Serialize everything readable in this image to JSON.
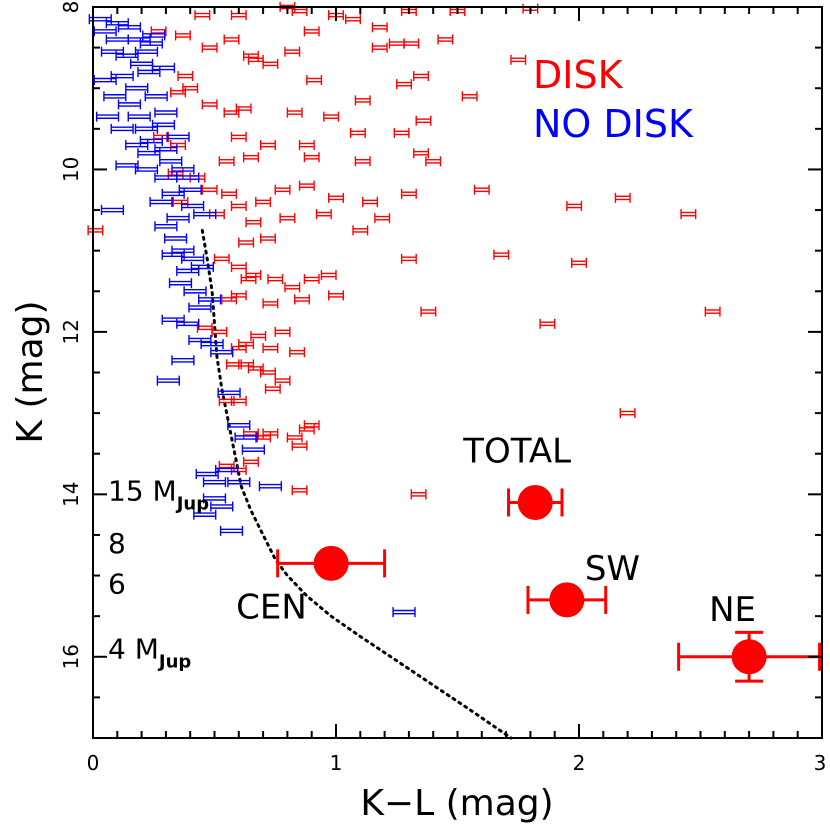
{
  "chart_data": {
    "type": "scatter",
    "xlabel": "K−L (mag)",
    "ylabel": "K (mag)",
    "xlim": [
      0,
      3
    ],
    "ylim": [
      17,
      8
    ],
    "y_inverted": true,
    "x_ticks": [
      "0",
      "1",
      "2",
      "3"
    ],
    "x_tick_values": [
      0,
      1,
      2,
      3
    ],
    "y_ticks": [
      "8",
      "10",
      "12",
      "14",
      "16"
    ],
    "y_tick_values": [
      8,
      10,
      12,
      14,
      16
    ],
    "grid": false,
    "legend": [
      {
        "label": "DISK",
        "color": "#ff0000"
      },
      {
        "label": "NO DISK",
        "color": "#0000ff"
      }
    ],
    "colors": {
      "disk": "#ff0000",
      "nodisk": "#0000ff",
      "model": "#000000"
    },
    "highlight_points": [
      {
        "label": "TOTAL",
        "x": 1.82,
        "y": 14.1,
        "xerr": 0.11,
        "yerr": 0.0
      },
      {
        "label": "CEN",
        "x": 0.98,
        "y": 14.85,
        "xerr": 0.22,
        "yerr": 0.0
      },
      {
        "label": "SW",
        "x": 1.95,
        "y": 15.3,
        "xerr": 0.16,
        "yerr": 0.0
      },
      {
        "label": "NE",
        "x": 2.7,
        "y": 16.0,
        "xerr": 0.29,
        "yerr": 0.3
      }
    ],
    "mass_labels": [
      {
        "text": "15 M",
        "sub": "Jup",
        "y": 13.95
      },
      {
        "text": "8",
        "y": 14.6
      },
      {
        "text": "6",
        "y": 15.1
      },
      {
        "text": "4 M",
        "sub": "Jup",
        "y": 15.9
      }
    ],
    "model_track": {
      "name": "",
      "x": [
        0.45,
        0.47,
        0.49,
        0.5,
        0.51,
        0.53,
        0.55,
        0.57,
        0.59,
        0.61,
        0.65,
        0.7,
        0.75,
        0.8,
        0.88,
        0.98,
        1.1,
        1.25,
        1.4,
        1.55,
        1.72
      ],
      "y": [
        10.75,
        11.1,
        11.5,
        11.9,
        12.3,
        12.7,
        13.0,
        13.3,
        13.6,
        13.9,
        14.2,
        14.5,
        14.8,
        15.0,
        15.25,
        15.5,
        15.75,
        16.05,
        16.35,
        16.65,
        17.0
      ]
    },
    "series": [
      {
        "name": "DISK",
        "color": "#ff0000",
        "xerr": 0.03,
        "points": [
          [
            0.45,
            8.1
          ],
          [
            0.6,
            8.1
          ],
          [
            0.85,
            8.05
          ],
          [
            1.0,
            8.1
          ],
          [
            1.3,
            8.05
          ],
          [
            1.8,
            8.02
          ],
          [
            1.5,
            8.05
          ],
          [
            0.8,
            8.0
          ],
          [
            0.27,
            8.3
          ],
          [
            0.37,
            8.35
          ],
          [
            0.48,
            8.5
          ],
          [
            0.57,
            8.4
          ],
          [
            0.65,
            8.6
          ],
          [
            0.67,
            8.65
          ],
          [
            0.73,
            8.7
          ],
          [
            0.82,
            8.55
          ],
          [
            0.9,
            8.3
          ],
          [
            1.07,
            8.15
          ],
          [
            1.25,
            8.45
          ],
          [
            1.45,
            8.4
          ],
          [
            1.18,
            8.25
          ],
          [
            1.31,
            8.45
          ],
          [
            1.35,
            8.85
          ],
          [
            0.91,
            8.9
          ],
          [
            1.18,
            8.5
          ],
          [
            0.38,
            8.85
          ],
          [
            0.4,
            9.0
          ],
          [
            0.35,
            9.05
          ],
          [
            0.48,
            9.2
          ],
          [
            0.57,
            9.3
          ],
          [
            0.62,
            9.25
          ],
          [
            0.83,
            9.3
          ],
          [
            0.98,
            9.35
          ],
          [
            1.11,
            9.15
          ],
          [
            1.28,
            8.95
          ],
          [
            1.55,
            9.1
          ],
          [
            1.75,
            8.65
          ],
          [
            0.6,
            9.6
          ],
          [
            0.72,
            9.7
          ],
          [
            0.88,
            9.7
          ],
          [
            1.09,
            9.55
          ],
          [
            1.27,
            9.55
          ],
          [
            1.36,
            9.4
          ],
          [
            0.35,
            9.7
          ],
          [
            0.28,
            9.6
          ],
          [
            0.55,
            9.9
          ],
          [
            0.65,
            9.85
          ],
          [
            0.9,
            9.85
          ],
          [
            1.11,
            9.9
          ],
          [
            1.35,
            9.8
          ],
          [
            1.4,
            9.9
          ],
          [
            0.34,
            10.05
          ],
          [
            0.43,
            10.1
          ],
          [
            0.48,
            10.25
          ],
          [
            0.56,
            10.3
          ],
          [
            0.6,
            10.45
          ],
          [
            0.7,
            10.4
          ],
          [
            0.78,
            10.25
          ],
          [
            0.88,
            10.2
          ],
          [
            1.0,
            10.35
          ],
          [
            1.14,
            10.4
          ],
          [
            1.3,
            10.3
          ],
          [
            0.36,
            10.4
          ],
          [
            0.66,
            10.65
          ],
          [
            0.51,
            10.55
          ],
          [
            0.63,
            10.9
          ],
          [
            0.72,
            10.85
          ],
          [
            0.8,
            10.6
          ],
          [
            0.95,
            10.55
          ],
          [
            1.1,
            10.75
          ],
          [
            1.19,
            10.6
          ],
          [
            1.6,
            10.25
          ],
          [
            1.98,
            10.45
          ],
          [
            2.18,
            10.35
          ],
          [
            2.45,
            10.55
          ],
          [
            0.01,
            10.75
          ],
          [
            0.53,
            11.1
          ],
          [
            0.6,
            11.2
          ],
          [
            0.64,
            11.35
          ],
          [
            0.66,
            11.3
          ],
          [
            0.75,
            11.35
          ],
          [
            0.82,
            11.45
          ],
          [
            0.9,
            11.35
          ],
          [
            0.97,
            11.3
          ],
          [
            1.3,
            11.1
          ],
          [
            1.68,
            11.05
          ],
          [
            2.0,
            11.15
          ],
          [
            0.56,
            11.6
          ],
          [
            0.6,
            11.55
          ],
          [
            0.73,
            11.65
          ],
          [
            0.86,
            11.6
          ],
          [
            1.0,
            11.55
          ],
          [
            1.38,
            11.75
          ],
          [
            1.87,
            11.9
          ],
          [
            2.55,
            11.75
          ],
          [
            0.46,
            11.95
          ],
          [
            0.52,
            12.0
          ],
          [
            0.6,
            12.2
          ],
          [
            0.63,
            12.15
          ],
          [
            0.68,
            12.05
          ],
          [
            0.73,
            12.2
          ],
          [
            0.84,
            12.25
          ],
          [
            0.78,
            12.0
          ],
          [
            0.58,
            12.4
          ],
          [
            0.63,
            12.4
          ],
          [
            0.67,
            12.45
          ],
          [
            0.78,
            12.6
          ],
          [
            0.55,
            12.85
          ],
          [
            0.6,
            12.85
          ],
          [
            0.72,
            12.5
          ],
          [
            0.74,
            12.7
          ],
          [
            0.9,
            13.15
          ],
          [
            0.65,
            13.25
          ],
          [
            0.7,
            13.3
          ],
          [
            0.73,
            13.25
          ],
          [
            0.83,
            13.3
          ],
          [
            0.85,
            13.4
          ],
          [
            0.88,
            13.2
          ],
          [
            0.65,
            13.6
          ],
          [
            0.55,
            13.65
          ],
          [
            0.6,
            13.7
          ],
          [
            0.85,
            13.95
          ],
          [
            1.34,
            14.0
          ],
          [
            2.2,
            13.0
          ]
        ]
      },
      {
        "name": "NO DISK",
        "color": "#0000ff",
        "xerr": 0.045,
        "points": [
          [
            0.03,
            8.15
          ],
          [
            0.1,
            8.2
          ],
          [
            0.15,
            8.25
          ],
          [
            0.05,
            8.3
          ],
          [
            0.1,
            8.4
          ],
          [
            0.19,
            8.4
          ],
          [
            0.24,
            8.45
          ],
          [
            0.22,
            8.55
          ],
          [
            0.25,
            8.35
          ],
          [
            0.08,
            8.55
          ],
          [
            0.14,
            8.6
          ],
          [
            0.2,
            8.7
          ],
          [
            0.23,
            8.8
          ],
          [
            0.29,
            8.75
          ],
          [
            0.12,
            8.85
          ],
          [
            0.05,
            8.9
          ],
          [
            0.18,
            9.0
          ],
          [
            0.09,
            9.1
          ],
          [
            0.15,
            9.2
          ],
          [
            0.26,
            9.1
          ],
          [
            0.3,
            9.3
          ],
          [
            0.06,
            9.35
          ],
          [
            0.19,
            9.35
          ],
          [
            0.12,
            9.5
          ],
          [
            0.22,
            9.5
          ],
          [
            0.29,
            9.45
          ],
          [
            0.24,
            9.65
          ],
          [
            0.18,
            9.7
          ],
          [
            0.3,
            9.75
          ],
          [
            0.35,
            9.6
          ],
          [
            0.23,
            9.8
          ],
          [
            0.32,
            9.9
          ],
          [
            0.14,
            9.95
          ],
          [
            0.22,
            10.0
          ],
          [
            0.3,
            10.1
          ],
          [
            0.37,
            10.0
          ],
          [
            0.39,
            10.1
          ],
          [
            0.4,
            10.25
          ],
          [
            0.33,
            10.3
          ],
          [
            0.28,
            10.4
          ],
          [
            0.41,
            10.45
          ],
          [
            0.46,
            10.55
          ],
          [
            0.08,
            10.5
          ],
          [
            0.35,
            10.6
          ],
          [
            0.3,
            10.7
          ],
          [
            0.34,
            10.85
          ],
          [
            0.33,
            11.05
          ],
          [
            0.37,
            11.0
          ],
          [
            0.41,
            11.1
          ],
          [
            0.45,
            11.2
          ],
          [
            0.39,
            11.25
          ],
          [
            0.36,
            11.4
          ],
          [
            0.42,
            11.5
          ],
          [
            0.48,
            11.6
          ],
          [
            0.44,
            11.7
          ],
          [
            0.33,
            11.85
          ],
          [
            0.39,
            11.9
          ],
          [
            0.44,
            12.1
          ],
          [
            0.49,
            12.15
          ],
          [
            0.53,
            12.25
          ],
          [
            0.37,
            12.35
          ],
          [
            0.31,
            12.6
          ],
          [
            0.56,
            12.75
          ],
          [
            0.6,
            13.15
          ],
          [
            0.63,
            13.3
          ],
          [
            0.66,
            13.45
          ],
          [
            0.55,
            13.7
          ],
          [
            0.47,
            13.75
          ],
          [
            0.5,
            13.85
          ],
          [
            0.6,
            13.85
          ],
          [
            0.73,
            13.9
          ],
          [
            0.5,
            14.05
          ],
          [
            0.53,
            14.15
          ],
          [
            0.46,
            14.25
          ],
          [
            0.57,
            14.45
          ],
          [
            1.28,
            15.45
          ]
        ]
      }
    ]
  }
}
